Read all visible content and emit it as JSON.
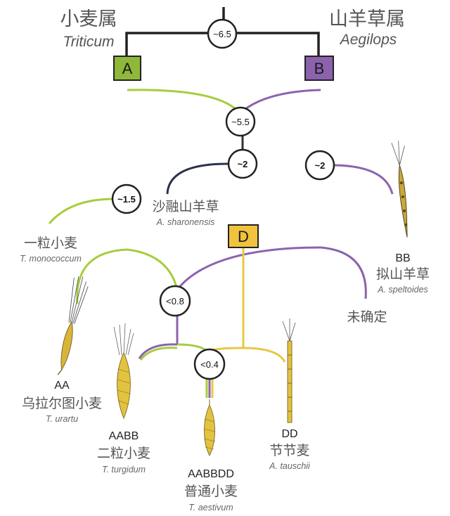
{
  "genera": {
    "triticum": {
      "cn": "小麦属",
      "latin": "Triticum",
      "box": "A"
    },
    "aegilops": {
      "cn": "山羊草属",
      "latin": "Aegilops",
      "box": "B"
    }
  },
  "d_box": "D",
  "nodes": {
    "root": "~6.5",
    "ab_split": "~5.5",
    "d_origin": "~2",
    "b_branch": "~2",
    "a_branch": "~1.5",
    "tetraploid": "<0.8",
    "hexaploid": "<0.4"
  },
  "species": {
    "sharonensis": {
      "cn": "沙融山羊草",
      "latin": "A. sharonensis"
    },
    "monococcum": {
      "cn": "一粒小麦",
      "latin": "T. monococcum"
    },
    "speltoides": {
      "genome": "BB",
      "cn": "拟山羊草",
      "latin": "A. speltoides"
    },
    "undetermined": {
      "cn": "未确定"
    },
    "urartu": {
      "genome": "AA",
      "cn": "乌拉尔图小麦",
      "latin": "T. urartu"
    },
    "turgidum": {
      "genome": "AABB",
      "cn": "二粒小麦",
      "latin": "T. turgidum"
    },
    "tauschii": {
      "genome": "DD",
      "cn": "节节麦",
      "latin": "A. tauschii"
    },
    "aestivum": {
      "genome": "AABBDD",
      "cn": "普通小麦",
      "latin": "T. aestivum"
    }
  },
  "colors": {
    "trunk": "#222222",
    "genome_a": "#a6cd3e",
    "genome_b": "#8b63ad",
    "genome_d": "#e8c844",
    "sharonensis_line": "#2b3150",
    "box_a_fill": "#8fb83a",
    "box_b_fill": "#8c62ad",
    "box_d_fill": "#f1c33c",
    "spike_gold": "#d9b43a"
  },
  "icons": [
    "wheat-spike-icon"
  ]
}
